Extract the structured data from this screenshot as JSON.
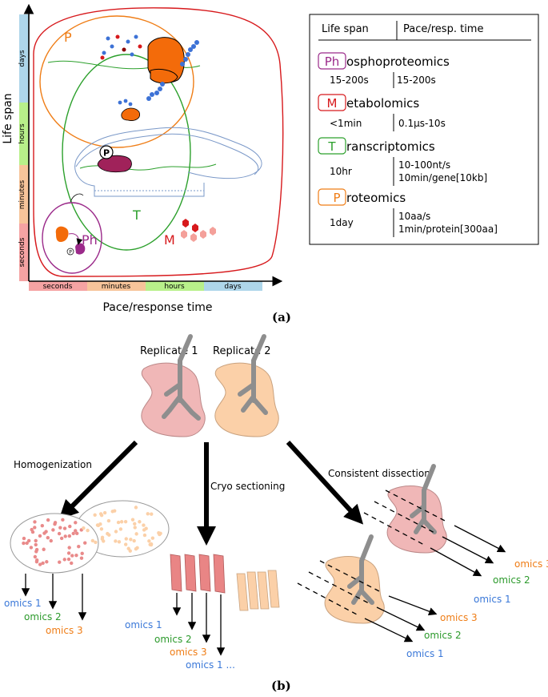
{
  "panel_a": {
    "y_axis_title": "Life span",
    "x_axis_title": "Pace/response time",
    "y_ticks": [
      "seconds",
      "minutes",
      "hours",
      "days"
    ],
    "x_ticks": [
      "seconds",
      "minutes",
      "hours",
      "days"
    ],
    "bubble_labels": {
      "P": "P",
      "T": "T",
      "Ph": "Ph",
      "M": "M"
    },
    "p_badge": "P",
    "p_small": "P",
    "caption": "(a)"
  },
  "table": {
    "col1": "Life span",
    "col2": "Pace/resp. time",
    "rows": [
      {
        "abbr": "Ph",
        "rest": "osphoproteomics",
        "life": "15-200s",
        "pace1": "15-200s",
        "pace2": ""
      },
      {
        "abbr": "M",
        "rest": "etabolomics",
        "life": "<1min",
        "pace1": "0.1µs-10s",
        "pace2": ""
      },
      {
        "abbr": "T",
        "rest": "ranscriptomics",
        "life": "10hr",
        "pace1": "10-100nt/s",
        "pace2": "10min/gene[10kb]"
      },
      {
        "abbr": "P",
        "rest": "roteomics",
        "life": "1day",
        "pace1": "10aa/s",
        "pace2": "1min/protein[300aa]"
      }
    ]
  },
  "panel_b": {
    "replicate1": "Replicate 1",
    "replicate2": "Replicate 2",
    "homogenization": "Homogenization",
    "cryo": "Cryo sectioning",
    "dissection": "Consistent dissection",
    "omics1": "omics 1",
    "omics2": "omics 2",
    "omics3": "omics 3",
    "omics1_more": "omics 1 ...",
    "caption": "(b)"
  },
  "colors": {
    "phospho": "#9b2a8a",
    "metab": "#d7191c",
    "transcr": "#2ca02c",
    "prot": "#ef7d16",
    "omics1": "#3a78d8",
    "omics2": "#2c9a2c",
    "omics3": "#ef7d16",
    "tissue_pink": "#f0b7b7",
    "tissue_peach": "#fbd0a8"
  }
}
